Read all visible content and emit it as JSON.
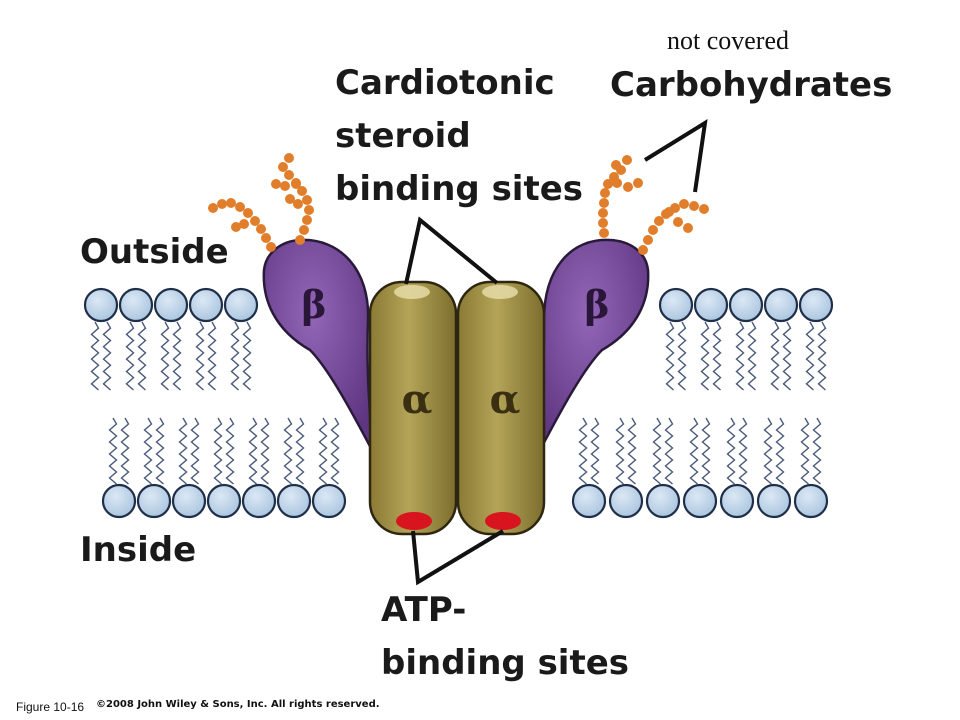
{
  "labels": {
    "note": "not covered",
    "carbohydrates": "Carbohydrates",
    "cardiotonic_line1": "Cardiotonic",
    "cardiotonic_line2": "steroid",
    "cardiotonic_line3": "binding sites",
    "outside": "Outside",
    "inside": "Inside",
    "atp_line1": "ATP-",
    "atp_line2": "binding sites",
    "figure": "Figure 10-16",
    "copyright": "©2008 John Wiley & Sons, Inc. All rights reserved."
  },
  "subunits": {
    "alpha_left": "α",
    "alpha_right": "α",
    "beta_left": "β",
    "beta_right": "β"
  },
  "colors": {
    "lipid_head": "#bcd3ea",
    "alpha_subunit": "#a5954a",
    "beta_subunit": "#7b4b9e",
    "carbohydrate": "#e07e2c",
    "atp_site": "#d8141e"
  }
}
